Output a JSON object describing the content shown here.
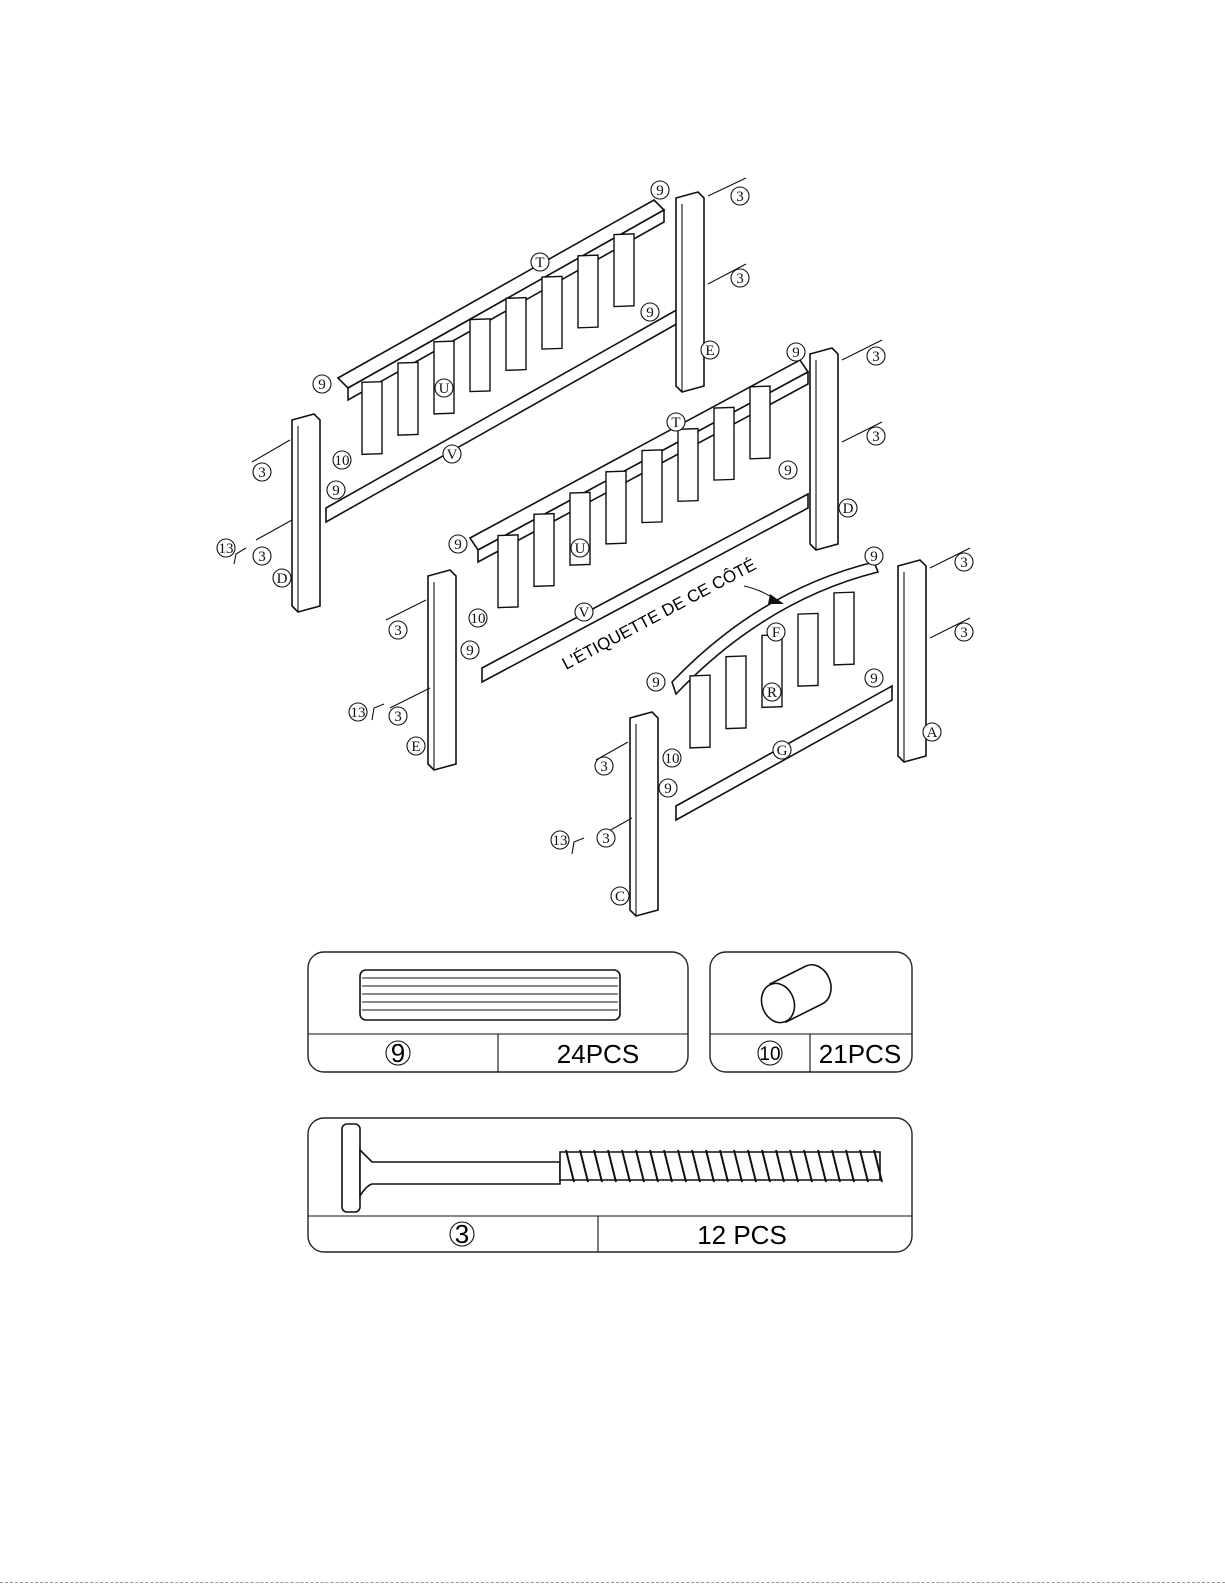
{
  "callouts": {
    "part_T": "T",
    "part_U": "U",
    "part_V": "V",
    "part_E": "E",
    "part_D": "D",
    "part_F": "F",
    "part_R": "R",
    "part_G": "G",
    "part_A": "A",
    "part_C": "C",
    "dowel": "9",
    "cam": "10",
    "bolt": "3",
    "key": "13"
  },
  "label_side_text": "L'ÉTIQUETTE DE CE CÔTÉ",
  "hardware": [
    {
      "id": "9",
      "qty": "24PCS"
    },
    {
      "id": "10",
      "qty": "21PCS"
    },
    {
      "id": "3",
      "qty": "12 PCS"
    }
  ],
  "icons": [
    "dowel-icon",
    "cam-nut-icon",
    "bolt-icon",
    "allen-key-icon",
    "arrow-icon"
  ]
}
